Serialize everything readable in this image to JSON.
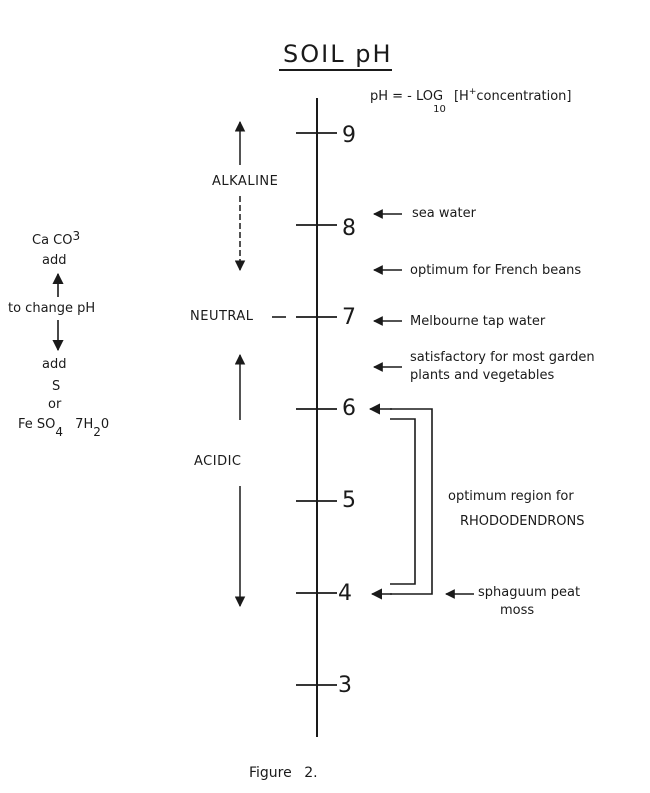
{
  "title": "SOIL pH",
  "formula": {
    "prefix": "pH = - LOG",
    "base": "10",
    "bracket_open": "[H",
    "plus": "+",
    "bracket_rest": "concentration]"
  },
  "scale": {
    "ticks": [
      {
        "value": 9,
        "label": "9"
      },
      {
        "value": 8,
        "label": "8"
      },
      {
        "value": 7,
        "label": "7"
      },
      {
        "value": 6,
        "label": "6"
      },
      {
        "value": 5,
        "label": "5"
      },
      {
        "value": 4,
        "label": "4"
      },
      {
        "value": 3,
        "label": "3"
      }
    ]
  },
  "zones": {
    "alkaline": "ALKALINE",
    "neutral": "NEUTRAL",
    "acidic": "ACIDIC"
  },
  "annotations": {
    "sea_water": {
      "label": "sea water",
      "ph": 8.1
    },
    "french_beans": {
      "label": "optimum for French beans",
      "ph": 7.5
    },
    "melbourne": {
      "label": "Melbourne tap water",
      "ph": 7.0
    },
    "garden_1": "satisfactory for most garden",
    "garden_2": "plants and vegetables",
    "garden_ph": 6.5,
    "rhodo_1": "optimum region for",
    "rhodo_2": "RHODODENDRONS",
    "rhodo_range": [
      4,
      6
    ],
    "peat_1": "sphaguum peat",
    "peat_2": "moss",
    "peat_ph": 4.0
  },
  "left_side": {
    "caco3_a": "Ca CO",
    "caco3_sub": "3",
    "add_top": "add",
    "change": "to change pH",
    "add_bottom": "add",
    "s": "S",
    "or": "or",
    "feso4_a": "Fe SO",
    "feso4_sub1": "4",
    "feso4_b": "7H",
    "feso4_sub2": "2",
    "feso4_c": "0"
  },
  "caption": "Figure 2."
}
